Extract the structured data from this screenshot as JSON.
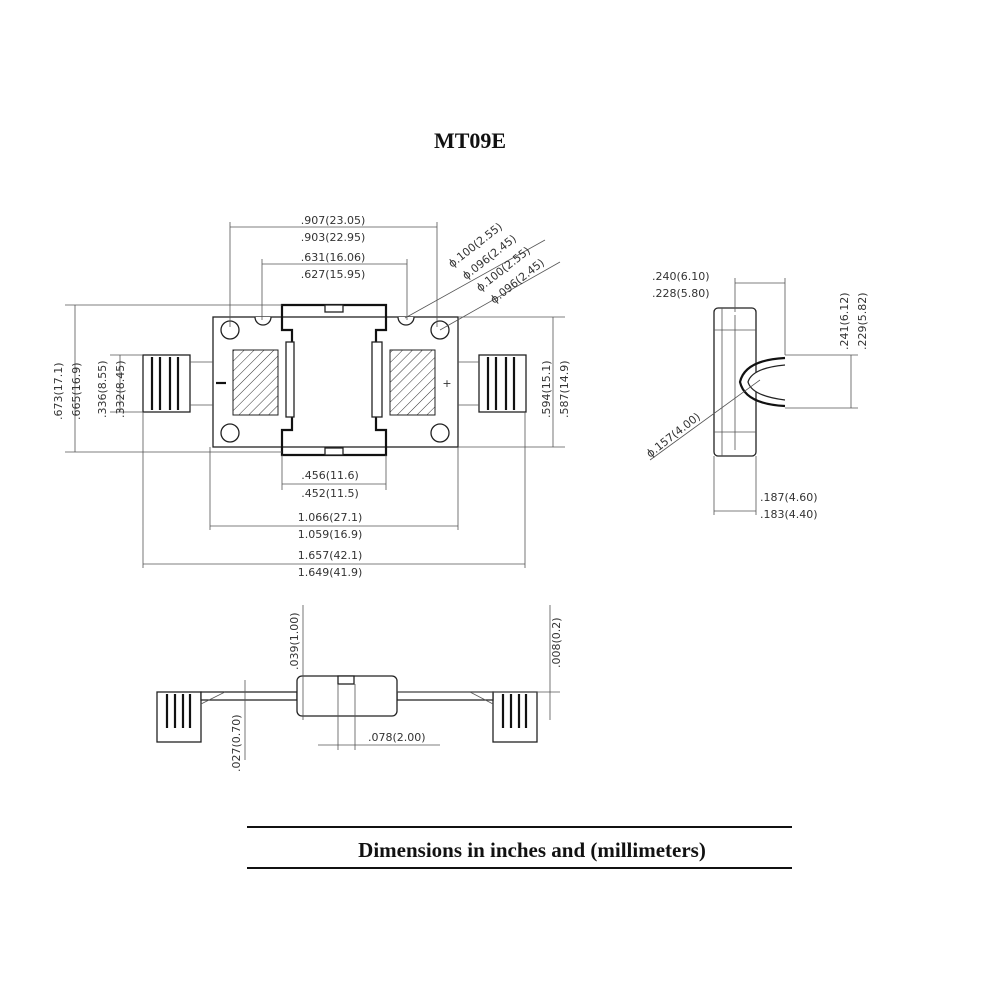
{
  "title": "MT09E",
  "footer": "Dimensions in inches and (millimeters)",
  "top_view": {
    "width_outer_max": ".907(23.05)",
    "width_outer_min": ".903(22.95)",
    "width_inner_max": ".631(16.06)",
    "width_inner_min": ".627(15.95)",
    "hole1_max": "ϕ.100(2.55)",
    "hole1_min": "ϕ.096(2.45)",
    "hole2_max": "ϕ.100(2.55)",
    "hole2_min": "ϕ.096(2.45)",
    "height_total_max": ".673(17.1)",
    "height_total_min": ".665(16.9)",
    "lead_width_max": ".336(8.55)",
    "lead_width_min": ".332(8.45)",
    "height_plate_max": ".594(15.1)",
    "height_plate_min": ".587(14.9)",
    "body_width_max": ".456(11.6)",
    "body_width_min": ".452(11.5)",
    "plate_length_max": "1.066(27.1)",
    "plate_length_min": "1.059(16.9)",
    "total_length_max": "1.657(42.1)",
    "total_length_min": "1.649(41.9)"
  },
  "side_view": {
    "depth_max": ".240(6.10)",
    "depth_min": ".228(5.80)",
    "fork_max": ".241(6.12)",
    "fork_min": ".229(5.82)",
    "radius": "ϕ.157(4.00)",
    "base_max": ".187(4.60)",
    "base_min": ".183(4.40)"
  },
  "front_view": {
    "body_height": ".039(1.00)",
    "lead_offset": ".008(0.2)",
    "lead_thickness": ".027(0.70)",
    "slot_width": ".078(2.00)"
  }
}
